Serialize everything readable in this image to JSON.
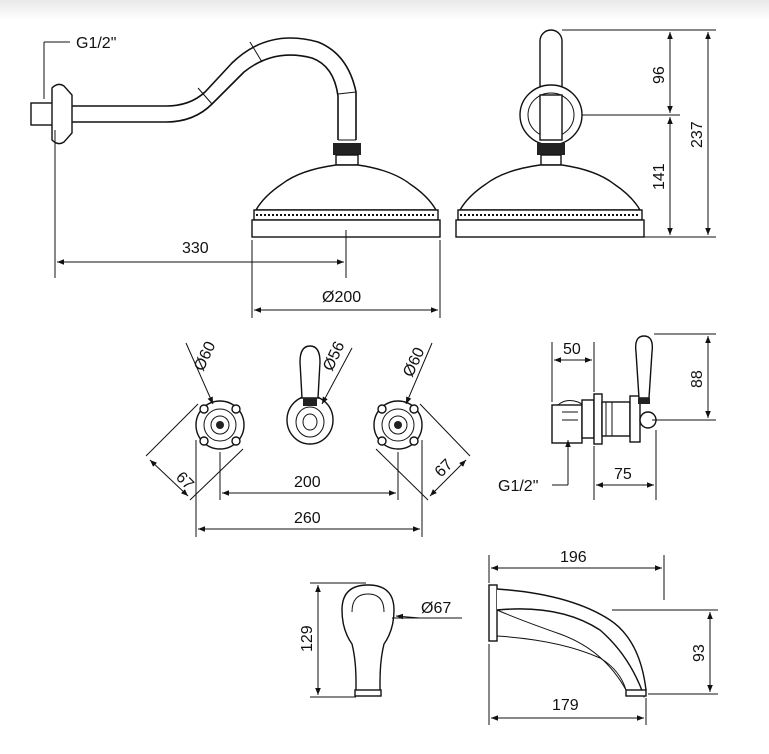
{
  "drawing": {
    "shower_head": {
      "thread": "G1/2\"",
      "arm_reach": "330",
      "head_diameter": "Ø200",
      "height_upper": "96",
      "height_lower": "141",
      "height_total": "237"
    },
    "valves": {
      "left_handle_dia": "Ø60",
      "center_handle_dia": "Ø56",
      "right_handle_dia": "Ø60",
      "left_plate": "67",
      "right_plate": "67",
      "centers_inner": "200",
      "centers_outer": "260"
    },
    "valve_side": {
      "depth_body": "50",
      "handle_height": "88",
      "projection": "75",
      "thread": "G1/2\""
    },
    "spout": {
      "front_height": "129",
      "flange_dia": "Ø67",
      "total_length": "196",
      "lower_length": "179",
      "side_height": "93"
    }
  }
}
